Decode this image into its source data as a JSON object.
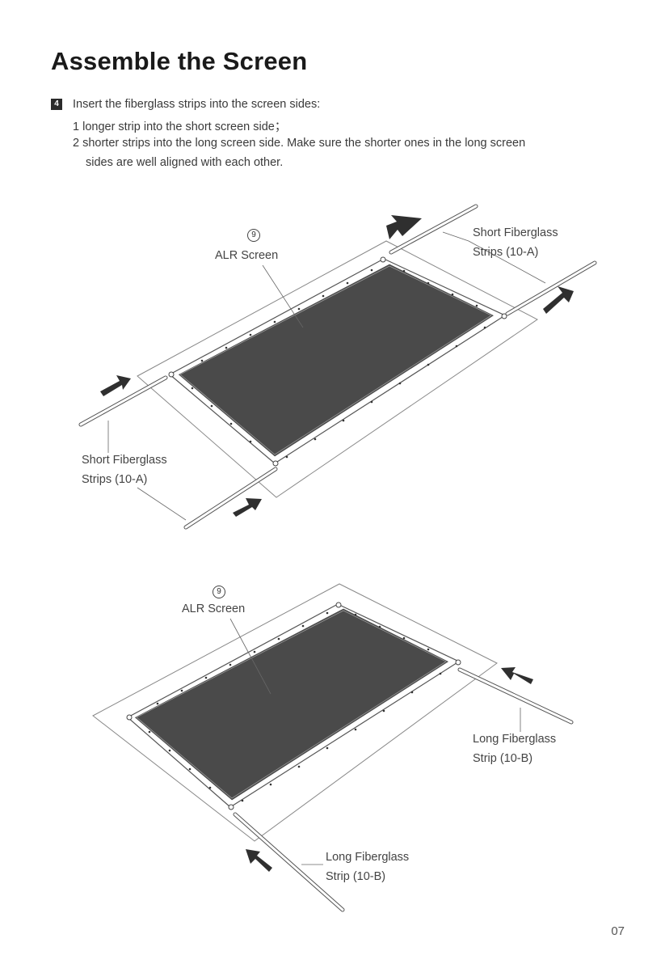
{
  "page": {
    "title": "Assemble the Screen",
    "page_number": "07"
  },
  "step": {
    "number": "4",
    "intro": "Insert the fiberglass strips into the screen sides:",
    "line1": "1 longer strip into the short screen side；",
    "line2a": "2 shorter strips into the long screen side. Make sure the shorter ones in the long screen",
    "line2b": "sides are well aligned with each other."
  },
  "figure_top": {
    "callout_number": "9",
    "screen_label": "ALR Screen",
    "strip_label_right_1": "Short Fiberglass",
    "strip_label_right_2": "Strips (10-A)",
    "strip_label_left_1": "Short Fiberglass",
    "strip_label_left_2": "Strips (10-A)"
  },
  "figure_bottom": {
    "callout_number": "9",
    "screen_label": "ALR Screen",
    "strip_label_right_1": "Long Fiberglass",
    "strip_label_right_2": "Strip (10-B)",
    "strip_label_bottom_1": "Long Fiberglass",
    "strip_label_bottom_2": "Strip (10-B)"
  },
  "colors": {
    "screen_fill": "#4a4a4a",
    "line": "#555555",
    "arrow": "#333333"
  }
}
